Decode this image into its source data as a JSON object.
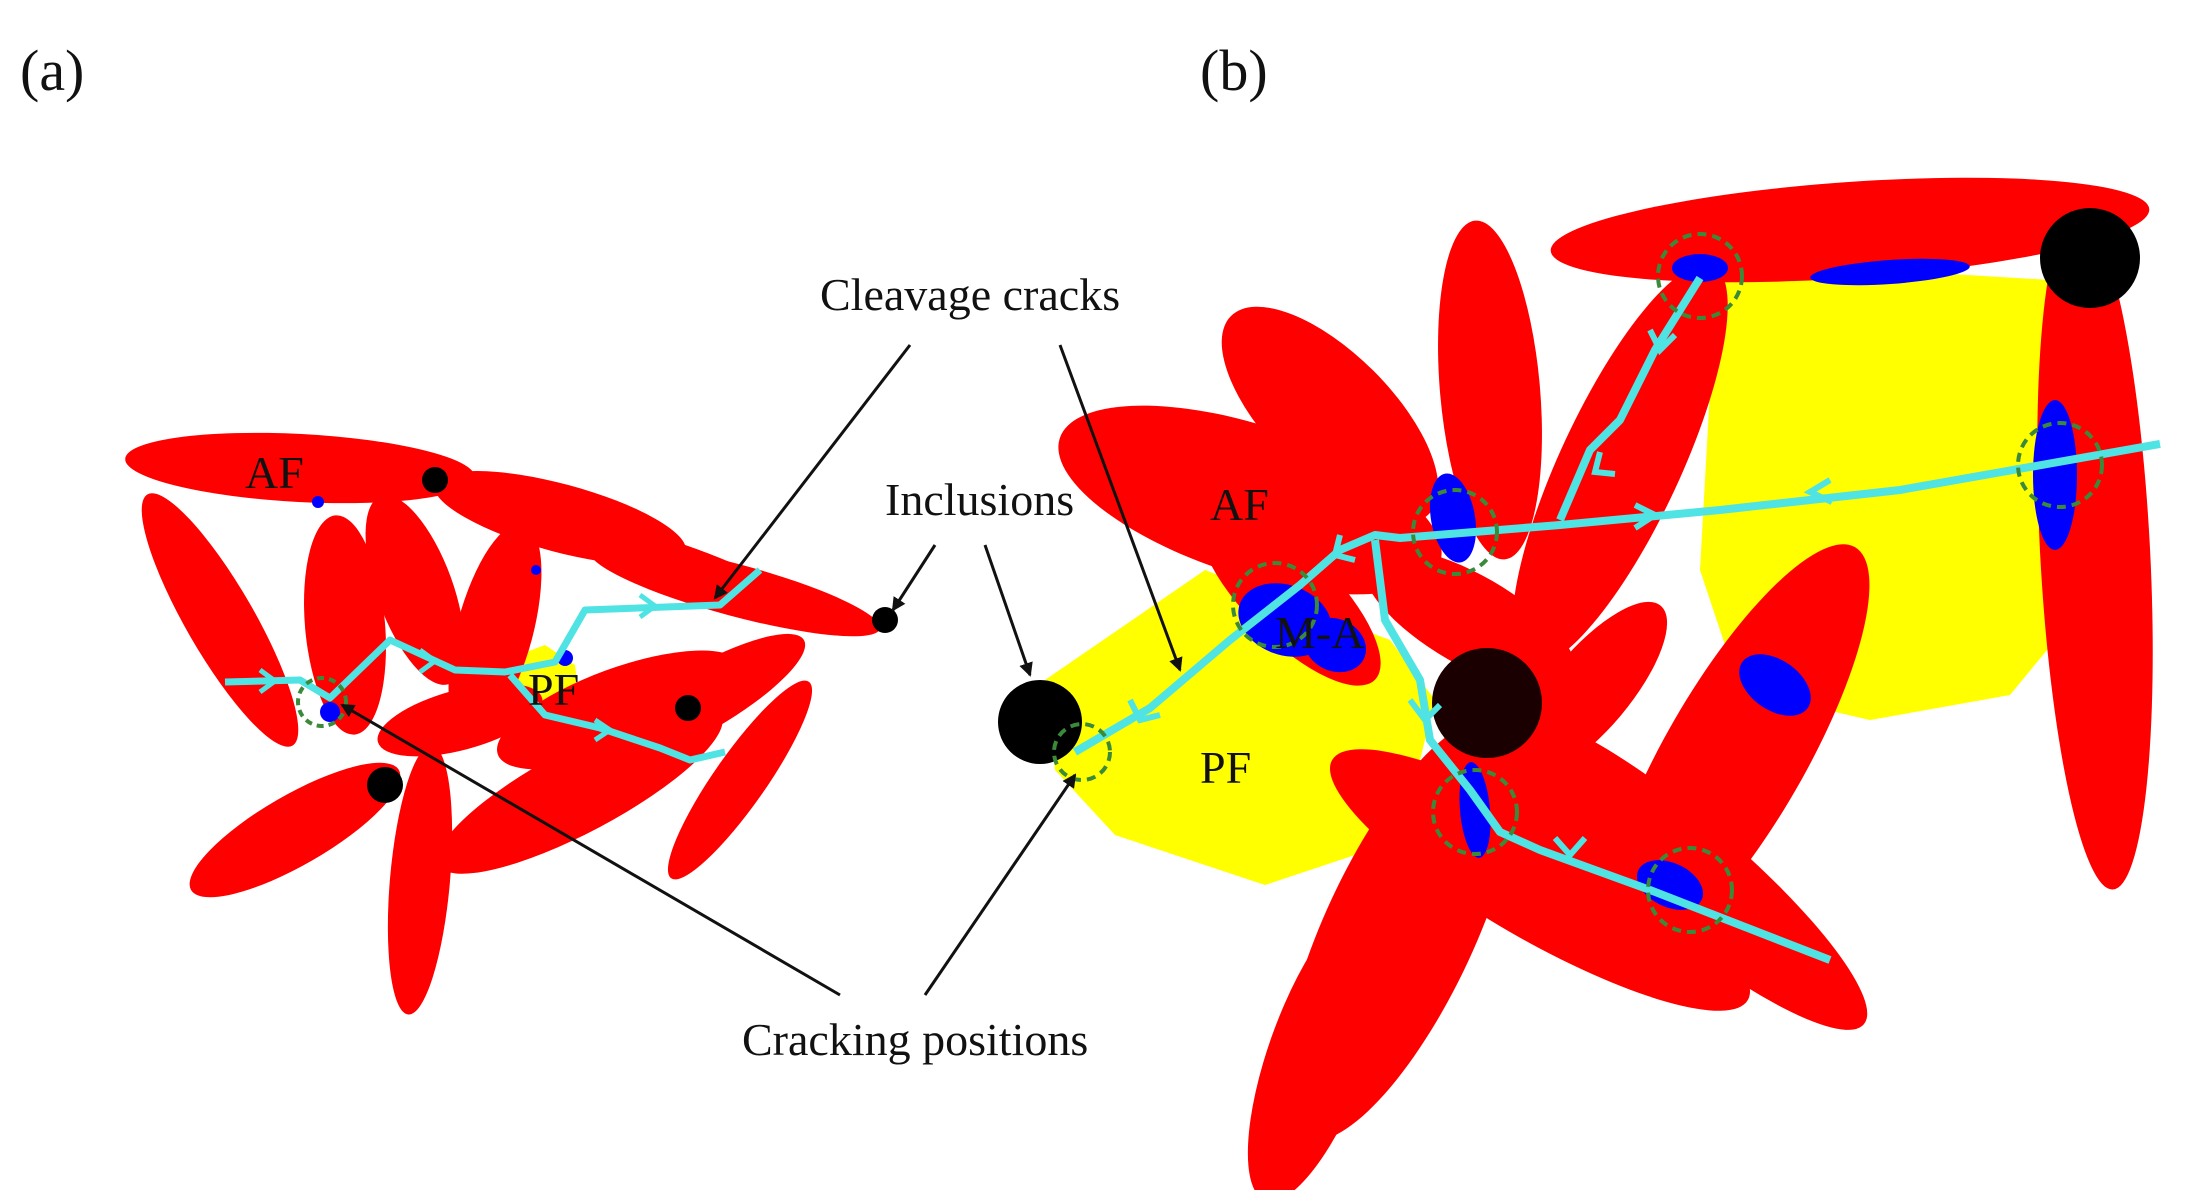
{
  "figure": {
    "panels": [
      {
        "id": "a",
        "label": "(a)"
      },
      {
        "id": "b",
        "label": "(b)"
      }
    ],
    "callouts": {
      "cleavage_cracks": "Cleavage cracks",
      "inclusions": "Inclusions",
      "cracking_positions": "Cracking positions"
    },
    "phase_labels": {
      "a_af": "AF",
      "a_pf": "PF",
      "b_af": "AF",
      "b_pf": "PF",
      "b_ma": "M-A"
    },
    "colors": {
      "acicular_ferrite": "#ff0000",
      "polygonal_ferrite": "#ffff00",
      "ma_constituent": "#0000ff",
      "inclusion": "#000000",
      "crack_path": "#4fe3e3",
      "cracking_position_ring": "#3a8a3a",
      "arrow": "#111111"
    },
    "legend_semantics": {
      "crack_path": "cyan-line-with-direction-arrows",
      "cracking_position": "dashed-green-circle"
    }
  }
}
